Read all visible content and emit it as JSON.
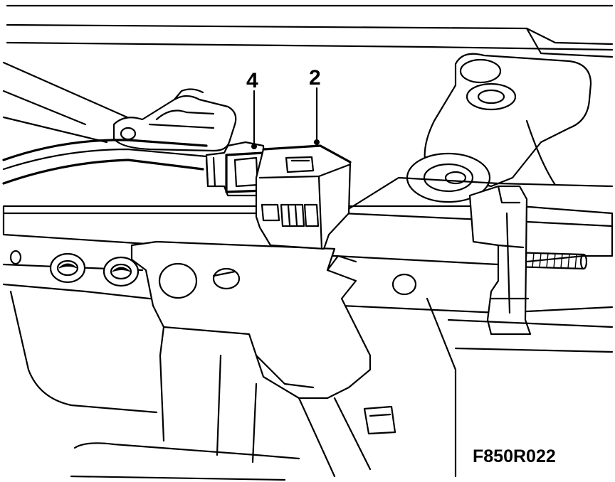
{
  "callouts": [
    {
      "label": "4"
    },
    {
      "label": "2"
    }
  ],
  "figure_id": "F850R022"
}
